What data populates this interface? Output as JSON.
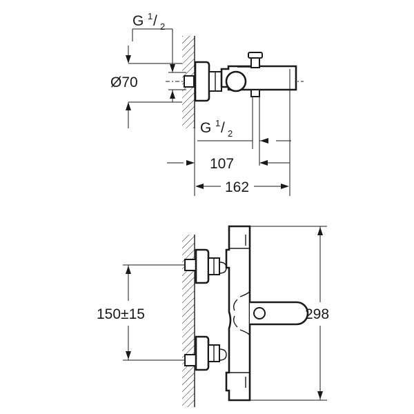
{
  "top_view": {
    "thread_top": {
      "main": "G",
      "superscript": "1",
      "subscript": "2",
      "separator": "/"
    },
    "diameter_label": "Ø70",
    "thread_bottom": {
      "main": "G",
      "superscript": "1",
      "subscript": "2",
      "separator": "/"
    },
    "dim_107": "107",
    "dim_162": "162"
  },
  "front_view": {
    "dim_spacing": "150±15",
    "dim_height": "298"
  },
  "colors": {
    "line": "#1a1a1a",
    "background": "#ffffff"
  }
}
